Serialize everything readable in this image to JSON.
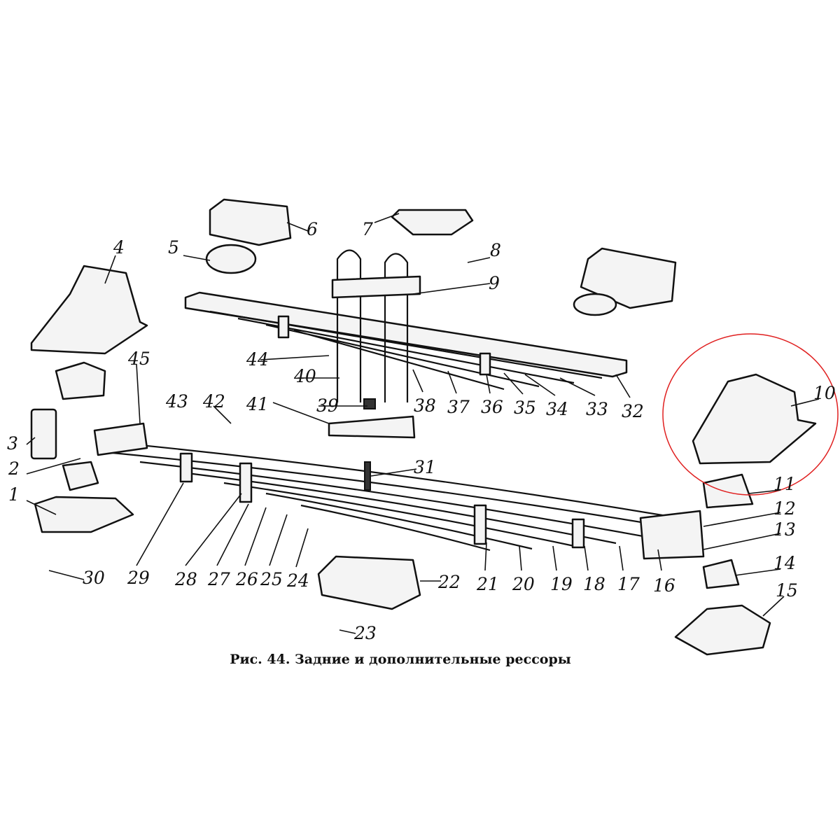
{
  "figure": {
    "caption": "Рис. 44. Задние и дополнительные рессоры",
    "highlight_color": "#e02020",
    "highlighted_part": "10"
  },
  "labels": [
    "1",
    "2",
    "3",
    "4",
    "5",
    "6",
    "7",
    "8",
    "9",
    "10",
    "11",
    "12",
    "13",
    "14",
    "15",
    "16",
    "17",
    "18",
    "19",
    "20",
    "21",
    "22",
    "23",
    "24",
    "25",
    "26",
    "27",
    "28",
    "29",
    "30",
    "31",
    "32",
    "33",
    "34",
    "35",
    "36",
    "37",
    "38",
    "39",
    "40",
    "41",
    "42",
    "43",
    "44",
    "45"
  ]
}
